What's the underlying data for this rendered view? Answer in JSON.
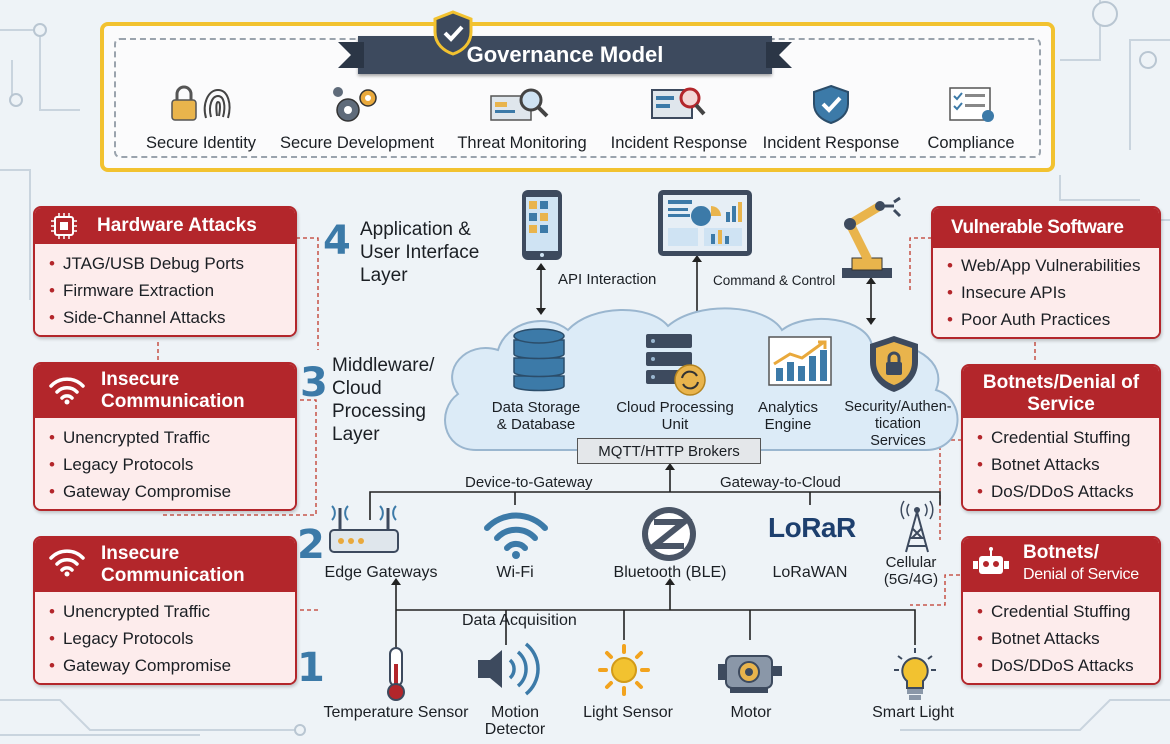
{
  "governance": {
    "title": "Governance Model",
    "items": [
      {
        "label": "Secure Identity",
        "icon": "padlock-fingerprint-icon"
      },
      {
        "label": "Secure Development",
        "icon": "gears-icon"
      },
      {
        "label": "Threat Monitoring",
        "icon": "magnifier-screen-icon"
      },
      {
        "label": "Incident Response",
        "icon": "alert-screen-icon"
      },
      {
        "label": "Incident Response",
        "icon": "shield-check-icon"
      },
      {
        "label": "Compliance",
        "icon": "checklist-icon"
      }
    ]
  },
  "threats_left": [
    {
      "title": "Hardware Attacks",
      "items": [
        "JTAG/USB Debug Ports",
        "Firmware Extraction",
        "Side-Channel Attacks"
      ]
    },
    {
      "title": "Insecure Communication",
      "items": [
        "Unencrypted Traffic",
        "Legacy Protocols",
        "Gateway Compromise"
      ]
    },
    {
      "title": "Insecure Communication",
      "items": [
        "Unencrypted Traffic",
        "Legacy Protocols",
        "Gateway Compromise"
      ]
    }
  ],
  "threats_right": [
    {
      "title": "Vulnerable Software",
      "items": [
        "Web/App Vulnerabilities",
        "Insecure APIs",
        "Poor Auth Practices"
      ]
    },
    {
      "title": "Botnets/Denial of Service",
      "items": [
        "Credential Stuffing",
        "Botnet Attacks",
        "DoS/DDoS Attacks"
      ]
    },
    {
      "title": "Botnets/",
      "subtitle": "Denial of Service",
      "items": [
        "Credential Stuffing",
        "Botnet Attacks",
        "DoS/DDoS Attacks"
      ]
    }
  ],
  "layers": {
    "l4": {
      "num": "4",
      "title": "Application & User Interface Layer",
      "api": "API Interaction",
      "cmd": "Command & Control"
    },
    "l3": {
      "num": "3",
      "title": "Middleware/ Cloud Processing Layer",
      "components": [
        "Data Storage & Database",
        "Cloud Processing Unit",
        "Analytics Engine",
        "Security/Authentication Services"
      ],
      "broker": "MQTT/HTTP Brokers"
    },
    "l2": {
      "num": "2",
      "d2g": "Device-to-Gateway",
      "g2c": "Gateway-to-Cloud",
      "items": [
        "Edge Gateways",
        "Wi-Fi",
        "Bluetooth (BLE)",
        "LoRaWAN",
        "Cellular (5G/4G)"
      ],
      "lora_logo": "LoRaR"
    },
    "l1": {
      "num": "1",
      "acq": "Data Acquisition",
      "items": [
        "Temperature Sensor",
        "Motion Detector",
        "Light Sensor",
        "Motor",
        "Smart Light"
      ]
    }
  },
  "colors": {
    "gold": "#f2c230",
    "threat_red": "#b3262b",
    "navy": "#3d4a5e",
    "layer_blue": "#3c7aa8",
    "cloud": "#dcebf7"
  }
}
